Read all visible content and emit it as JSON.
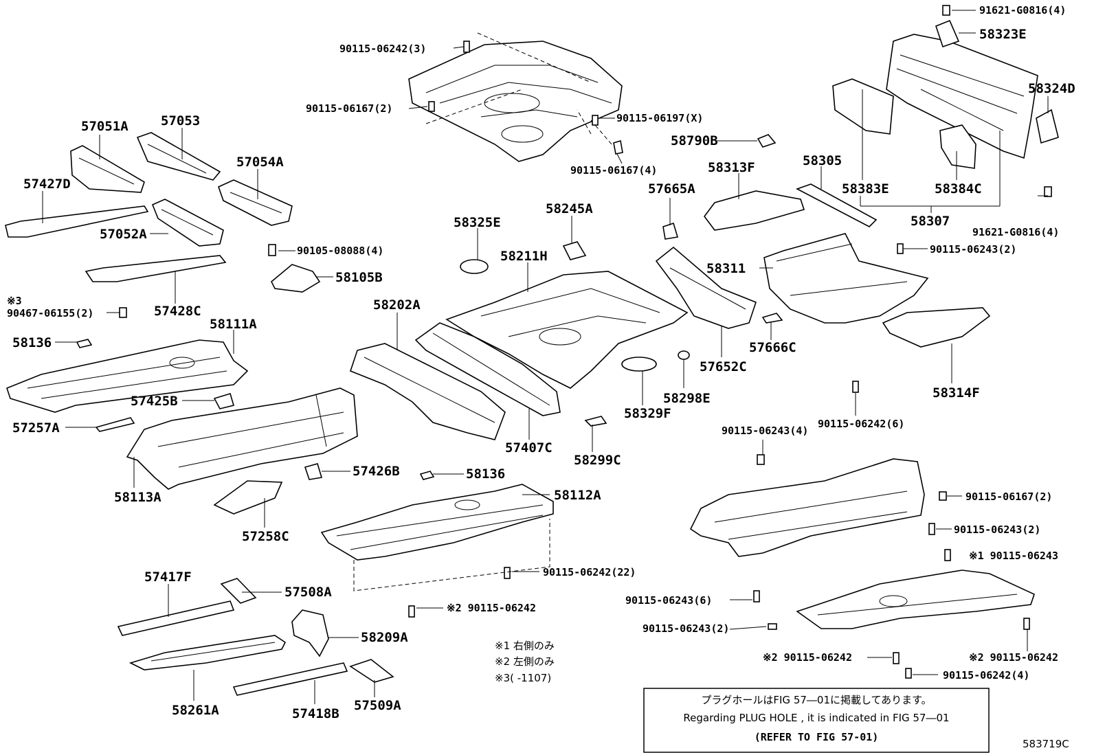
{
  "parts": {
    "p91621_top": "91621-G0816(4)",
    "p58323E": "58323E",
    "p58324D": "58324D",
    "p90115_06242_3": "90115-06242(3)",
    "p90115_06167_2": "90115-06167(2)",
    "p90115_06197_x": "90115-06197(X)",
    "p90115_06167_4": "90115-06167(4)",
    "p57051A": "57051A",
    "p57053": "57053",
    "p57054A": "57054A",
    "p57427D": "57427D",
    "p57052A": "57052A",
    "p58790B": "58790B",
    "p58313F": "58313F",
    "p58305": "58305",
    "p58383E": "58383E",
    "p58384C": "58384C",
    "p58307": "58307",
    "p91621_mid": "91621-G0816(4)",
    "p57665A": "57665A",
    "p58325E": "58325E",
    "p58245A": "58245A",
    "p58211H": "58211H",
    "p90105_08088": "90105-08088(4)",
    "p58105B": "58105B",
    "p57428C": "57428C",
    "p90467": "90467-06155(2)",
    "mark3": "※3",
    "p58111A": "58111A",
    "p58136_a": "58136",
    "p58202A": "58202A",
    "p58311": "58311",
    "p90115_06243_2a": "90115-06243(2)",
    "p57652C": "57652C",
    "p57666C": "57666C",
    "p58298E": "58298E",
    "p58314F": "58314F",
    "p58329F": "58329F",
    "p57425B": "57425B",
    "p57257A": "57257A",
    "p57407C": "57407C",
    "p58299C": "58299C",
    "p90115_06242_6": "90115-06242(6)",
    "p90115_06243_4": "90115-06243(4)",
    "p58113A": "58113A",
    "p57426B": "57426B",
    "p58136_b": "58136",
    "p58112A": "58112A",
    "p90115_06167_2b": "90115-06167(2)",
    "p57258C": "57258C",
    "p90115_06243_2b": "90115-06243(2)",
    "p90115_06243_m1": "※1 90115-06243",
    "p90115_06242_22": "90115-06242(22)",
    "p57417F": "57417F",
    "p57508A": "57508A",
    "p90115_06242_m2a": "※2 90115-06242",
    "p90115_06243_6": "90115-06243(6)",
    "p90115_06243_2c": "90115-06243(2)",
    "p58209A": "58209A",
    "p90115_06242_m2b": "※2 90115-06242",
    "p90115_06242_m2c": "※2 90115-06242",
    "p90115_06242_4": "90115-06242(4)",
    "p58261A": "58261A",
    "p57418B": "57418B",
    "p57509A": "57509A"
  },
  "notes": {
    "n1": "※1 右側のみ",
    "n2": "※2 左側のみ",
    "n3": "※3(     -1107)"
  },
  "ref_box": {
    "line1": "プラグホールはFIG 57―01に掲載してあります。",
    "line2": "Regarding  PLUG  HOLE , it is indicated in  FIG  57―01",
    "line3": "(REFER TO FIG 57-01)"
  },
  "figure_code": "583719C"
}
